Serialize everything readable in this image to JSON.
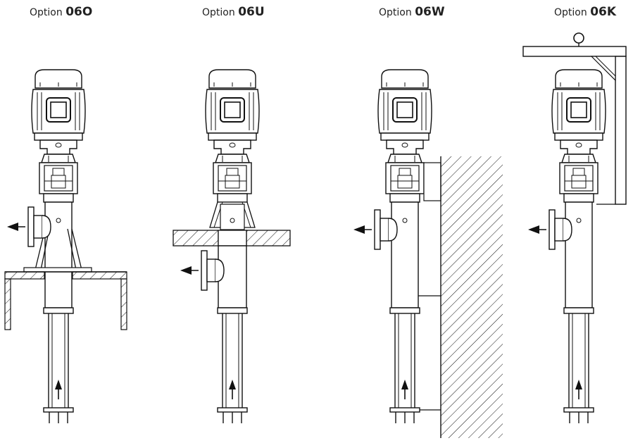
{
  "options": [
    {
      "prefix": "Option ",
      "code": "06O",
      "label": "Option 06O"
    },
    {
      "prefix": "Option ",
      "code": "06U",
      "label": "Option 06U"
    },
    {
      "prefix": "Option ",
      "code": "06W",
      "label": "Option 06W"
    },
    {
      "prefix": "Option ",
      "code": "06K",
      "label": "Option 06K"
    }
  ],
  "colors": {
    "line": "#111111",
    "background": "#ffffff"
  }
}
